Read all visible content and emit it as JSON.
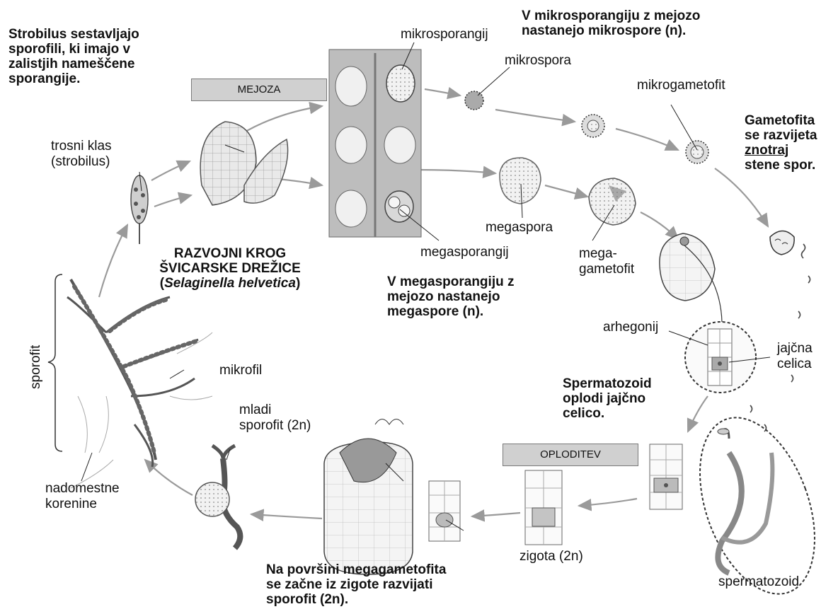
{
  "notes": {
    "strobilus": [
      "Strobilus sestavljajo",
      "sporofili, ki imajo v",
      "zalistjih nameščene",
      "sporangije."
    ],
    "mikrospore": [
      "V mikrosporangiju z mejozo",
      "nastanejo mikrospore (n)."
    ],
    "gametofita": [
      "Gametofita",
      "se razvijeta",
      "znotraj",
      "stene spor."
    ],
    "megaspore": [
      "V megasporangiju z",
      "mejozo nastanejo",
      "megaspore (n)."
    ],
    "spermatozoid": [
      "Spermatozoid",
      "oplodi jajčno",
      "celico."
    ],
    "povrsina": [
      "Na površini megagametofita",
      "se začne iz zigote razvijati",
      "sporofit (2n)."
    ]
  },
  "title": {
    "line1": "RAZVOJNI KROG",
    "line2": "ŠVICARSKE DREŽICE",
    "latin": "Selaginella helvetica",
    "open_paren": "(",
    "close_paren": ")"
  },
  "boxes": {
    "mejoza": "MEJOZA",
    "oploditev": "OPLODITEV"
  },
  "labels": {
    "trosni_klas": [
      "trosni klas",
      "(strobilus)"
    ],
    "mikrosporangij": "mikrosporangij",
    "mikrospora": "mikrospora",
    "mikrogametofit": "mikrogametofit",
    "megaspora": "megaspora",
    "megasporangij": "megasporangij",
    "megagametofit": [
      "mega-",
      "gametofit"
    ],
    "arhegonij": "arhegonij",
    "jajcna_celica": [
      "jajčna",
      "celica"
    ],
    "sporofit": "sporofit",
    "mikrofil": "mikrofil",
    "mladi_sporofit": [
      "mladi",
      "sporofit (2n)"
    ],
    "nadomestne_korenine": [
      "nadomestne",
      "korenine"
    ],
    "zigota": "zigota (2n)",
    "spermatozoid": "spermatozoid"
  }
}
